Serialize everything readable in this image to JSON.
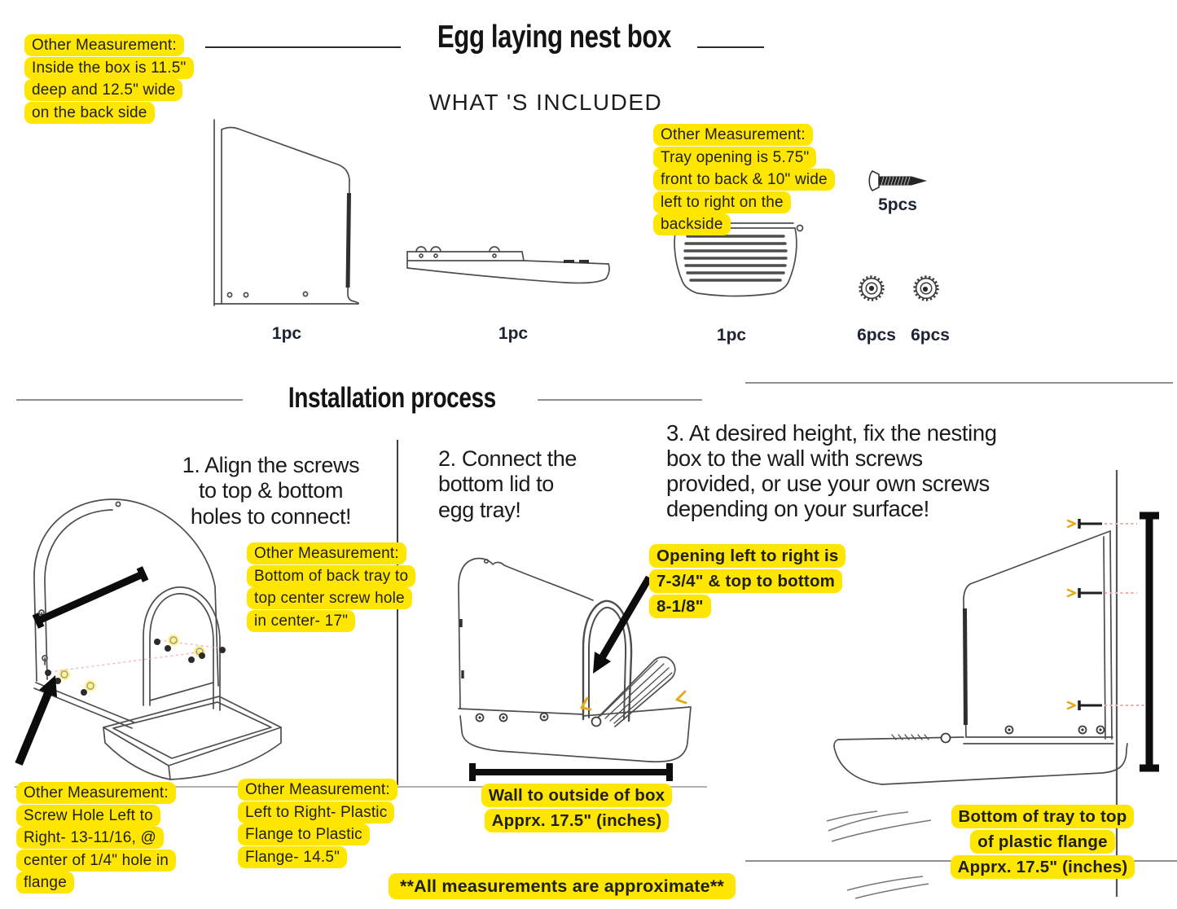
{
  "header": {
    "title": "Egg laying nest box",
    "included_heading": "WHAT 'S INCLUDED"
  },
  "included": {
    "items": [
      {
        "id": "back-panel",
        "qty": "1pc"
      },
      {
        "id": "bottom-lid",
        "qty": "1pc"
      },
      {
        "id": "egg-tray",
        "qty": "1pc"
      },
      {
        "id": "screws",
        "qty": "5pcs"
      },
      {
        "id": "wing-knob-a",
        "qty": "6pcs"
      },
      {
        "id": "wing-knob-b",
        "qty": "6pcs"
      }
    ]
  },
  "installation": {
    "heading": "Installation process",
    "step1": "1. Align the screws\nto top & bottom\nholes to connect!",
    "step2": "2.  Connect the\nbottom lid to\negg tray!",
    "step3": "3.  At desired height, fix the nesting\nbox to the wall with screws\nprovided, or use your own screws\ndepending on your surface!"
  },
  "callouts": {
    "inside_box": "Other Measurement:\nInside the box is 11.5\"\ndeep and 12.5\" wide\non the back side",
    "tray_opening": "Other Measurement:\nTray opening is 5.75\"\nfront to back & 10\" wide\nleft to right on the\nbackside",
    "back_tray_screw": "Other Measurement:\nBottom of back tray to\ntop center screw hole\nin center- 17\"",
    "opening_size": "Opening left to right is\n7-3/4\" & top to bottom\n8-1/8\"",
    "screw_hole": "Other Measurement:\nScrew Hole Left to\nRight- 13-11/16, @\ncenter of 1/4\" hole in\nflange",
    "flange_width": "Other Measurement:\nLeft to Right- Plastic\nFlange to Plastic\nFlange- 14.5\"",
    "wall_to_box": "Wall to outside of box\nApprx. 17.5\" (inches)",
    "tray_to_flange": "Bottom of tray to top\nof plastic flange\nApprx. 17.5\" (inches)",
    "footnote": "**All measurements are approximate**"
  },
  "colors": {
    "highlight": "#ffe600",
    "heading_text": "#141414",
    "body_text": "#1f1f1f",
    "qty_text": "#1c2333",
    "sketch_stroke": "#4d4d4d",
    "guide_dash": "#f2a5a5",
    "accent_arrow": "#e3ac14"
  }
}
